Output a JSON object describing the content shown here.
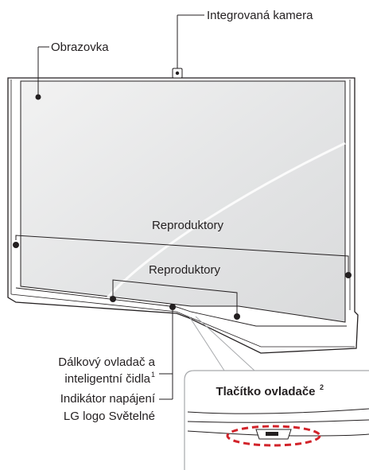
{
  "labels": {
    "camera": "Integrovaná kamera",
    "screen": "Obrazovka",
    "speakers_side": "Reproduktory",
    "speakers_bottom": "Reproduktory",
    "remote_line1": "Dálkový ovladač a",
    "remote_line2": "inteligentní čidla",
    "remote_sup": "1",
    "power_line1": "Indikátor napájení",
    "power_line2": "LG logo Světelné",
    "joystick_title": "Tlačítko ovladače",
    "joystick_sup": "2"
  },
  "colors": {
    "line": "#231f20",
    "gray_line": "#a7a9ac",
    "screen_fill": "#e8e9ea",
    "highlight_ring": "#d2232a"
  }
}
